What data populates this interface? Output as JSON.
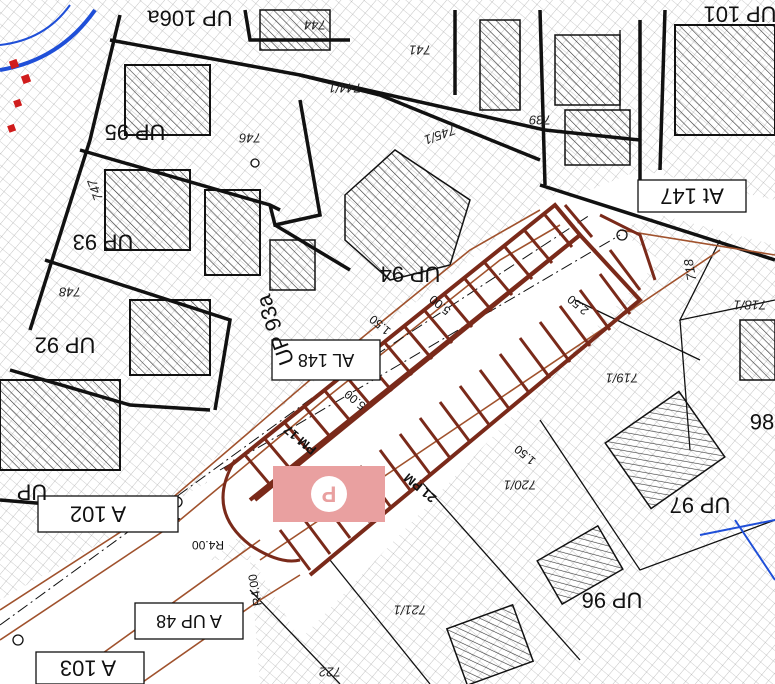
{
  "parcels": {
    "up106a": "UP 106a",
    "up101": "UP 101",
    "up95": "UP 95",
    "up93": "UP 93",
    "up94": "UP 94",
    "up92": "UP 92",
    "up93a": "UP 93a",
    "up97": "UP 97",
    "up96": "UP 96",
    "up102": "A 102",
    "up103": "A 103",
    "at147": "At 147",
    "al148": "AL 148",
    "a_up48": "A UP 48",
    "up_left": "UP",
    "label_98": "98"
  },
  "lots": {
    "n744": "744",
    "n741": "741",
    "n744_1": "744/1",
    "n739": "739",
    "n746": "746",
    "n745_1": "745/1",
    "n748": "748",
    "n747": "747",
    "n718_1": "718/1",
    "n718": "718",
    "n719_1": "719/1",
    "n720_1": "720/1",
    "n721_1": "721/1",
    "n722": "722"
  },
  "parking": {
    "sign": "P",
    "pm_upper": "PM 17",
    "pm_lower": "21 PM",
    "radius_a": "R4.00",
    "radius_b": "R4.00",
    "dim_a": "1.50",
    "dim_b": "1.50",
    "dim_c": "5.00",
    "dim_d": "2.50",
    "dim_e": "5.00"
  },
  "colors": {
    "parking_stroke": "#7a2a1a",
    "sign_fill": "#e9a0a0",
    "stamp": "#1f4fd8",
    "hatch": "#9a9a9a",
    "boundary": "#111111",
    "road_line": "#a0522d"
  }
}
